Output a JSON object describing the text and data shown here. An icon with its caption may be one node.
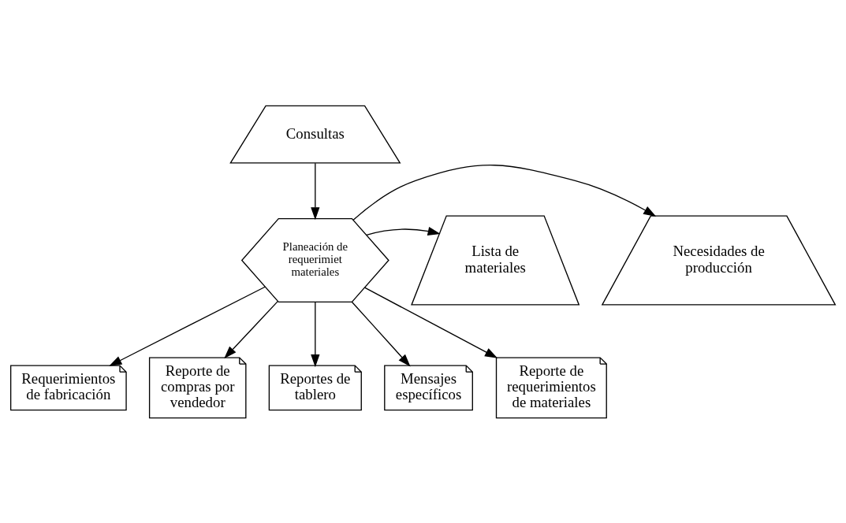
{
  "diagram": {
    "nodes": [
      {
        "text": [
          "Consultas"
        ]
      },
      {
        "text": [
          "Planeación de requerimiet materiales"
        ]
      },
      {
        "text": [
          "Necesidades de producción"
        ]
      },
      {
        "text": [
          "Lista de materiales"
        ]
      },
      {
        "text": [
          "Requerimientos de fabricación"
        ]
      },
      {
        "text": [
          "Reporte de compras por vendedor"
        ]
      },
      {
        "text": [
          "Reportes de tablero"
        ]
      },
      {
        "text": [
          "Mensajes específicos"
        ]
      },
      {
        "text": [
          "Reporte de requerimientos de materiales"
        ]
      }
    ],
    "edges": [
      {
        "from": 0,
        "to": 1,
        "arrow": "to"
      },
      {
        "from": 1,
        "to": 2,
        "arrow": "to"
      },
      {
        "from": 1,
        "to": 3,
        "arrow": "to"
      },
      {
        "from": 1,
        "to": 4,
        "arrow": "to"
      },
      {
        "from": 1,
        "to": 5,
        "arrow": "to"
      },
      {
        "from": 1,
        "to": 6,
        "arrow": "to"
      },
      {
        "from": 1,
        "to": 7,
        "arrow": "to"
      },
      {
        "from": 1,
        "to": 8,
        "arrow": "to"
      }
    ]
  }
}
